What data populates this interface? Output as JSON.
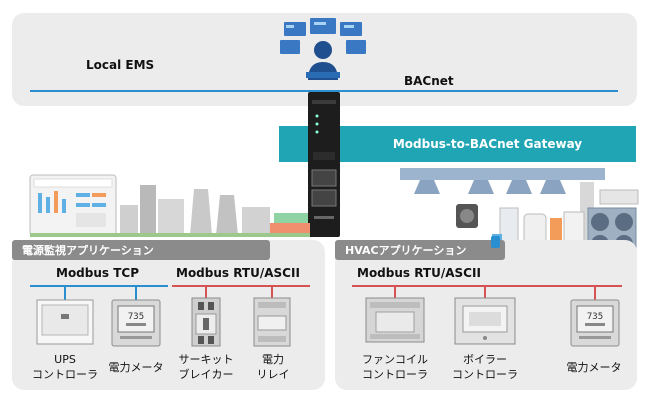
{
  "ems": {
    "title": "Local EMS",
    "protocol": "BACnet"
  },
  "gateway": {
    "label": "Modbus-to-BACnet Gateway"
  },
  "power_app": {
    "tag": "電源監視アプリケーション",
    "tcp_label": "Modbus TCP",
    "rtu_label": "Modbus RTU/ASCII",
    "devices": [
      {
        "line1": "UPS",
        "line2": "コントローラ"
      },
      {
        "line1": "電力メータ",
        "line2": ""
      },
      {
        "line1": "サーキット",
        "line2": "ブレイカー"
      },
      {
        "line1": "電力",
        "line2": "リレイ"
      }
    ],
    "meter_value": "735"
  },
  "hvac_app": {
    "tag": "HVACアプリケーション",
    "rtu_label": "Modbus RTU/ASCII",
    "devices": [
      {
        "line1": "ファンコイル",
        "line2": "コントローラ"
      },
      {
        "line1": "ボイラー",
        "line2": "コントローラ"
      },
      {
        "line1": "電力メータ",
        "line2": ""
      }
    ],
    "meter_value": "735"
  },
  "colors": {
    "panel": "#ececec",
    "gateway": "#1fa5b3",
    "tcp_line": "#2a8fd0",
    "rtu_line": "#d65353",
    "tag": "#8b8b8b"
  }
}
